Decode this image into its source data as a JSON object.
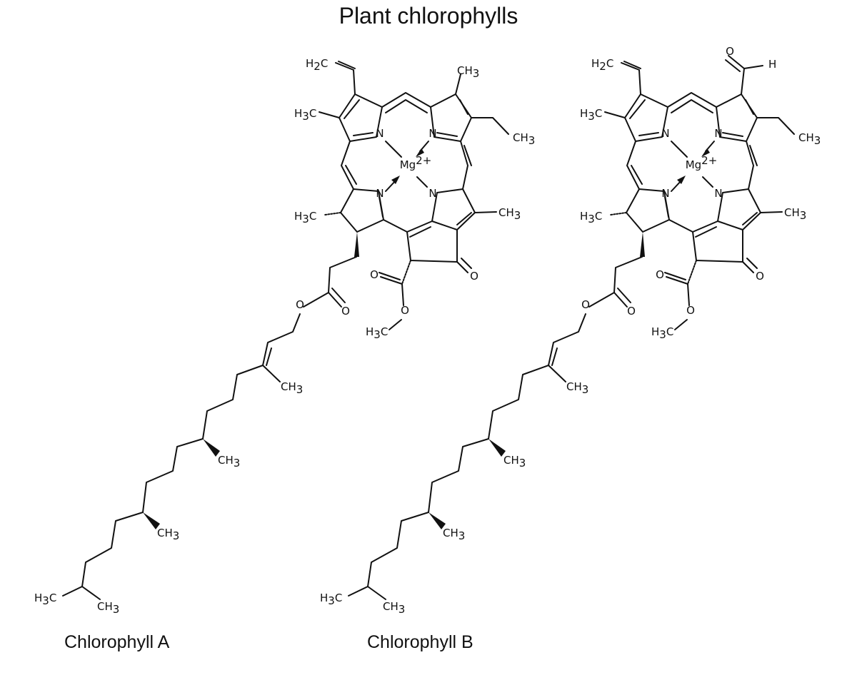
{
  "title": "Plant chlorophylls",
  "captions": {
    "a": "Chlorophyll A",
    "b": "Chlorophyll B"
  },
  "atoms": {
    "ch3": [
      "CH",
      "3"
    ],
    "h3c": [
      "H",
      "3",
      "C"
    ],
    "h2c": [
      "H",
      "2",
      "C"
    ],
    "n": "N",
    "o": "O",
    "h": "H",
    "mg": [
      "Mg",
      "2+"
    ]
  }
}
